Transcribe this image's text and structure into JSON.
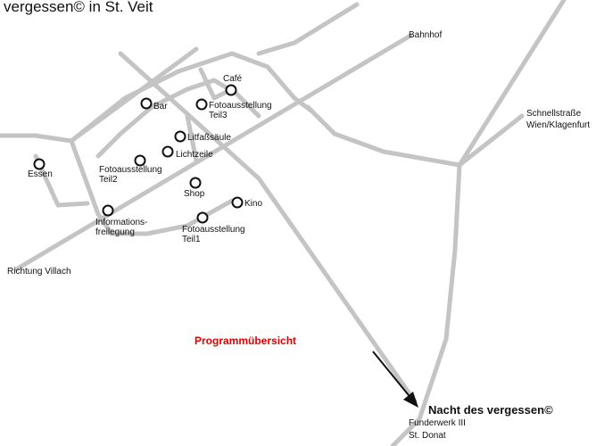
{
  "title": "vergessen© in St. Veit",
  "program_label": "Programmübersicht",
  "destination": {
    "title": "Nacht des vergessen©",
    "line1": "Funderwerk III",
    "line2": "St. Donat"
  },
  "places": {
    "bahnhof": "Bahnhof",
    "schnellstrasse_1": "Schnellstraße",
    "schnellstrasse_2": "Wien/Klagenfurt",
    "villach": "Richtung Villach"
  },
  "venues": {
    "cafe": "Café",
    "bar": "Bar",
    "foto3_1": "Fotoausstellung",
    "foto3_2": "Teil3",
    "litfass": "Litfaßsäule",
    "lichtzeile": "Lichtzeile",
    "foto2_1": "Fotoausstellung",
    "foto2_2": "Teil2",
    "essen": "Essen",
    "shop": "Shop",
    "kino": "Kino",
    "info_1": "Informations-",
    "info_2": "freilegung",
    "foto1_1": "Fotoausstellung",
    "foto1_2": "Teil1"
  },
  "colors": {
    "road": "#c4c4c4",
    "marker": "#111111",
    "accent": "#e00000"
  }
}
